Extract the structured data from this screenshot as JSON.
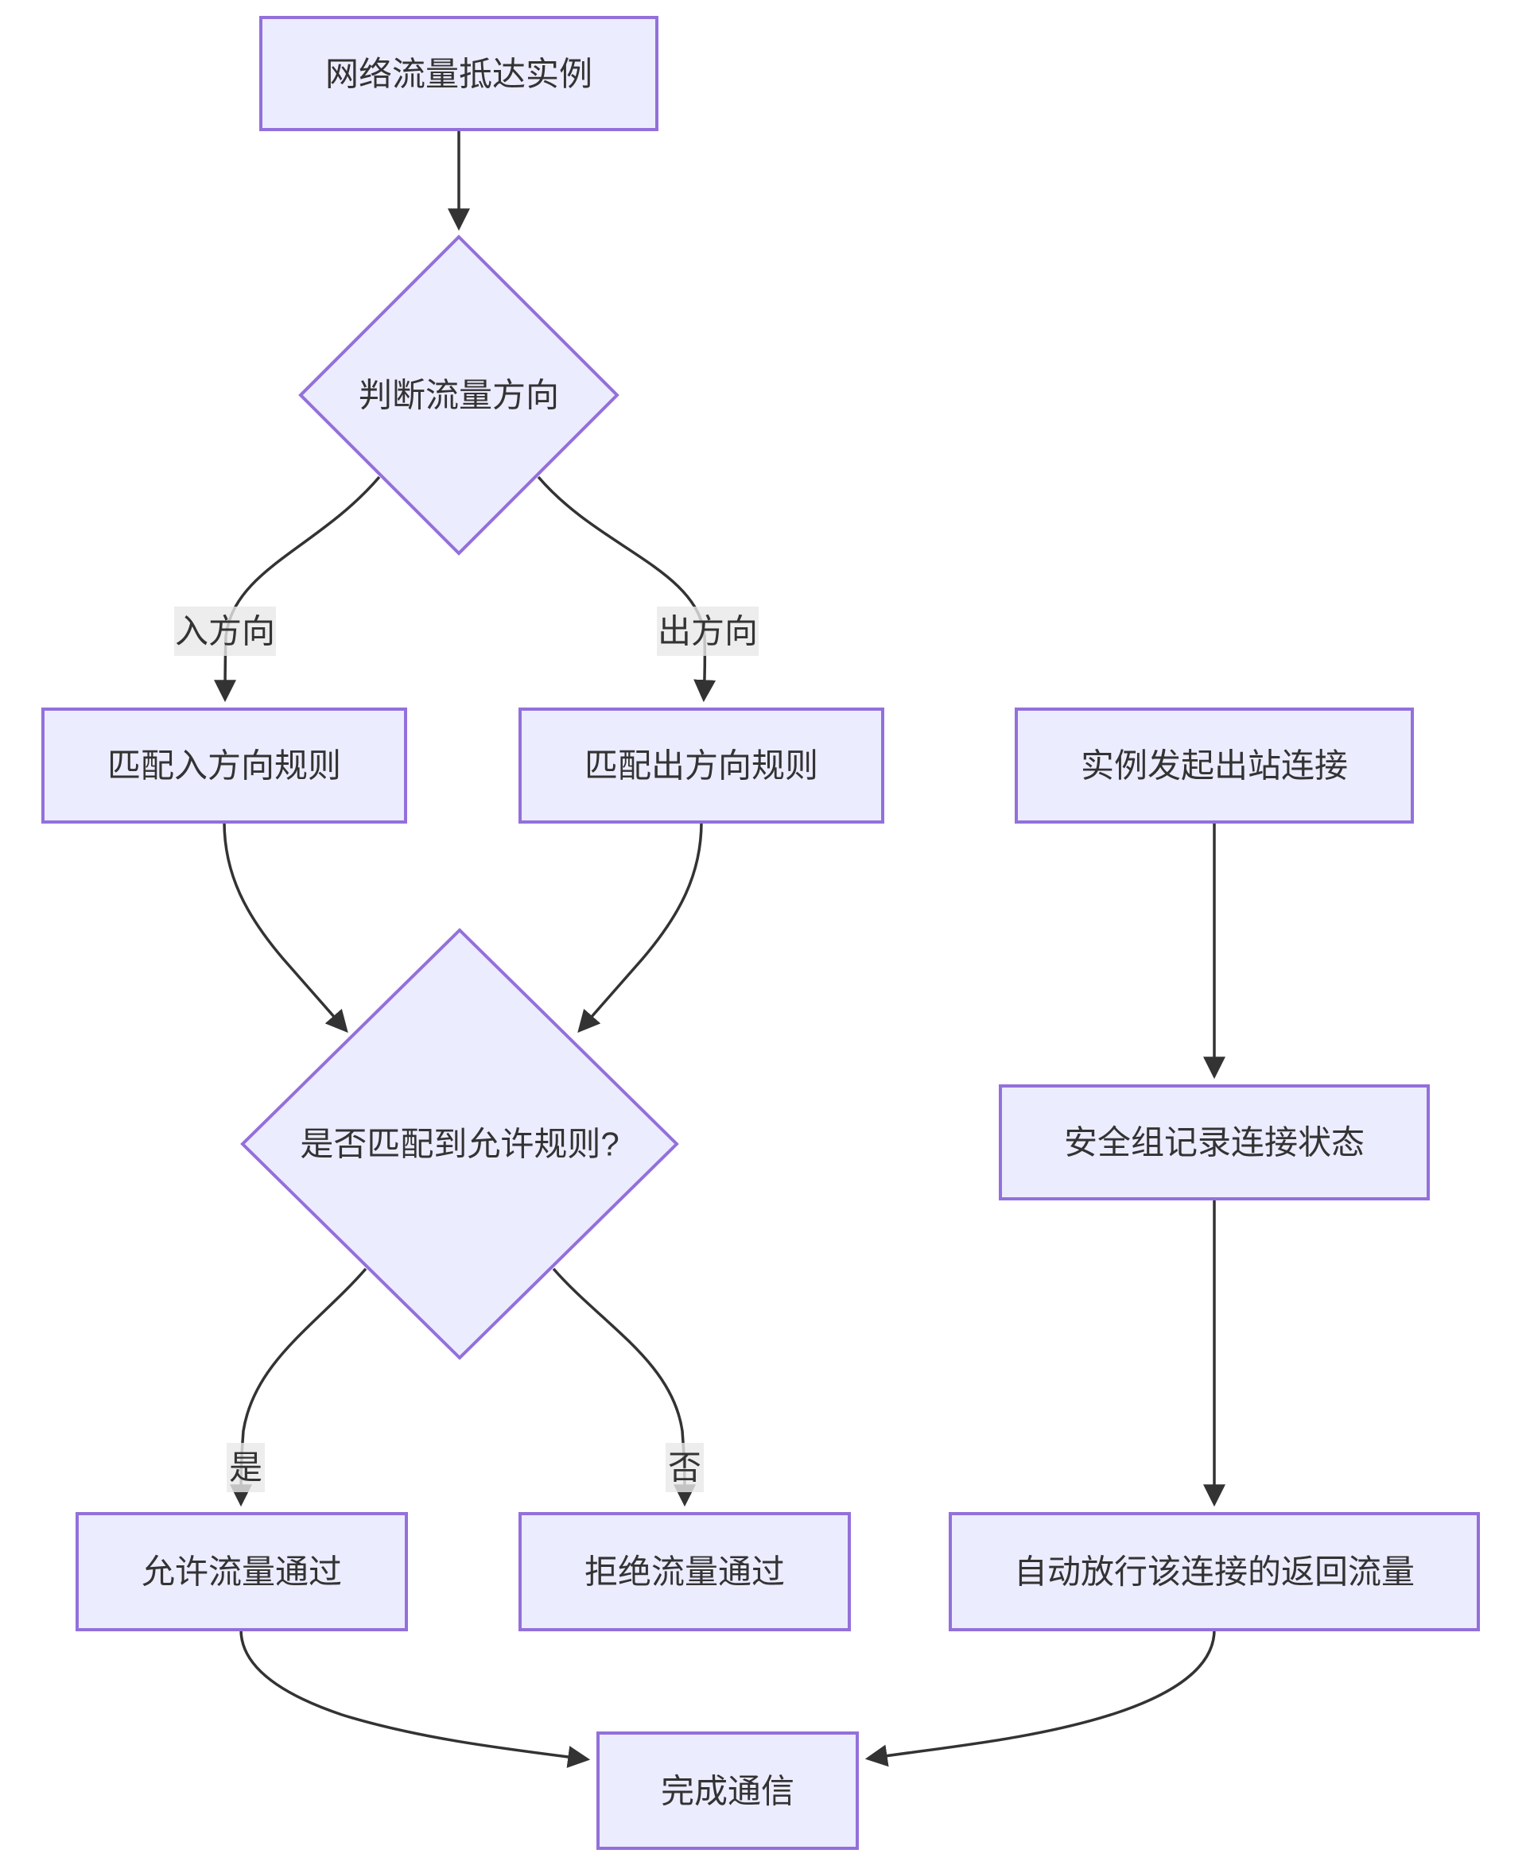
{
  "diagram": {
    "type": "flowchart",
    "direction": "top-bottom",
    "colors": {
      "background": "#ffffff",
      "node_fill": "#ECECFF",
      "node_border": "#9370DB",
      "line": "#333333",
      "text": "#333333",
      "edge_label_bg": "#e8e8e8"
    },
    "nodes": [
      {
        "id": "A",
        "shape": "rect",
        "label": "网络流量抵达实例"
      },
      {
        "id": "B",
        "shape": "diamond",
        "label": "判断流量方向"
      },
      {
        "id": "C",
        "shape": "rect",
        "label": "匹配入方向规则"
      },
      {
        "id": "D",
        "shape": "rect",
        "label": "匹配出方向规则"
      },
      {
        "id": "E",
        "shape": "rect",
        "label": "实例发起出站连接"
      },
      {
        "id": "F",
        "shape": "diamond",
        "label": "是否匹配到允许规则?"
      },
      {
        "id": "G",
        "shape": "rect",
        "label": "安全组记录连接状态"
      },
      {
        "id": "H",
        "shape": "rect",
        "label": "允许流量通过"
      },
      {
        "id": "I",
        "shape": "rect",
        "label": "拒绝流量通过"
      },
      {
        "id": "J",
        "shape": "rect",
        "label": "自动放行该连接的返回流量"
      },
      {
        "id": "K",
        "shape": "rect",
        "label": "完成通信"
      }
    ],
    "edges": [
      {
        "from": "A",
        "to": "B",
        "label": ""
      },
      {
        "from": "B",
        "to": "C",
        "label": "入方向"
      },
      {
        "from": "B",
        "to": "D",
        "label": "出方向"
      },
      {
        "from": "C",
        "to": "F",
        "label": ""
      },
      {
        "from": "D",
        "to": "F",
        "label": ""
      },
      {
        "from": "F",
        "to": "H",
        "label": "是"
      },
      {
        "from": "F",
        "to": "I",
        "label": "否"
      },
      {
        "from": "E",
        "to": "G",
        "label": ""
      },
      {
        "from": "G",
        "to": "J",
        "label": ""
      },
      {
        "from": "H",
        "to": "K",
        "label": ""
      },
      {
        "from": "J",
        "to": "K",
        "label": ""
      }
    ]
  }
}
